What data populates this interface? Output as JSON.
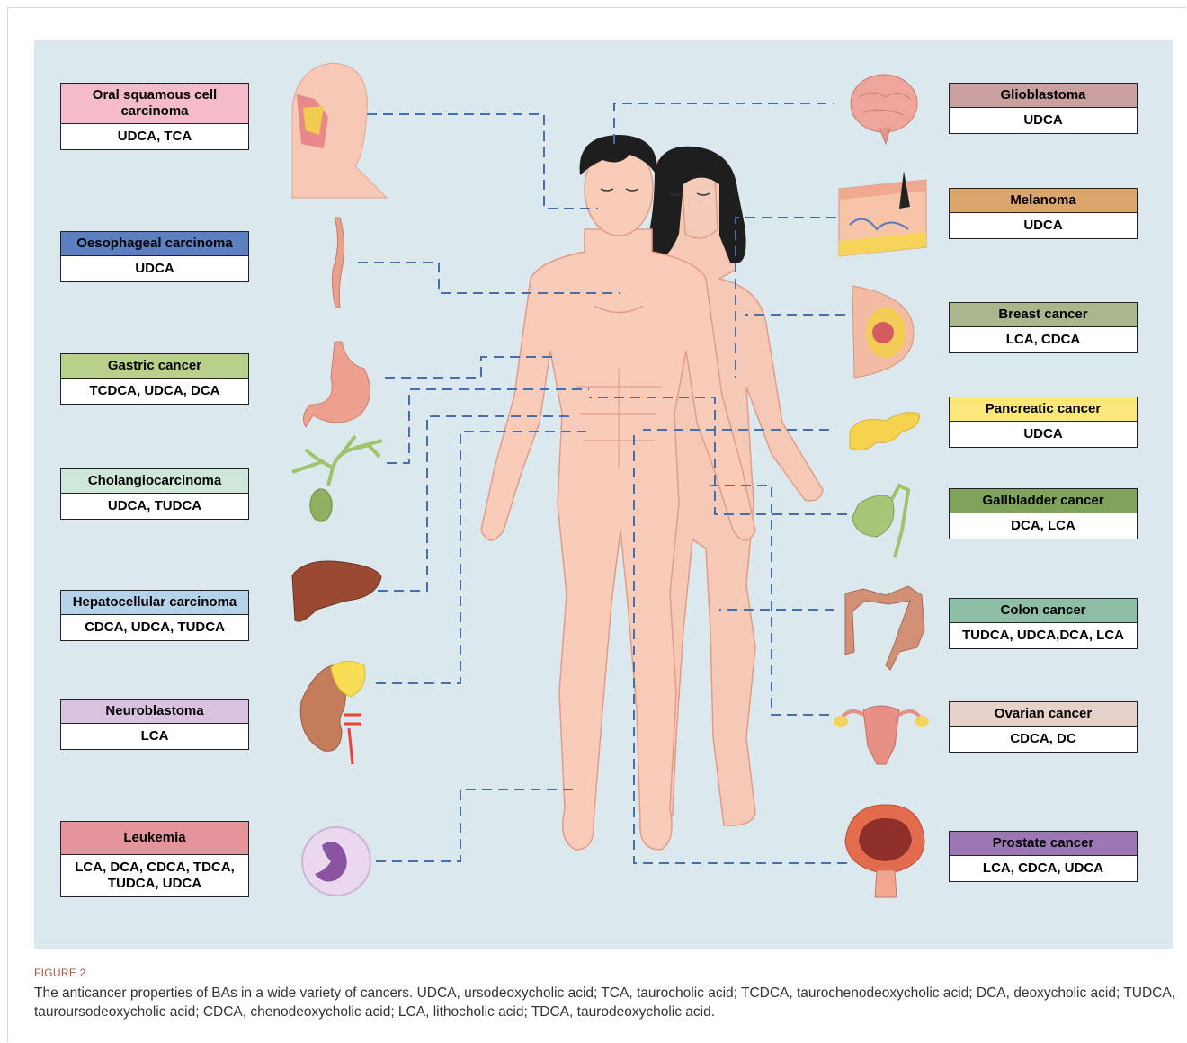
{
  "figure": {
    "label": "FIGURE 2",
    "caption": "The anticancer properties of BAs in a wide variety of cancers. UDCA, ursodeoxycholic acid; TCA, taurocholic acid; TCDCA, taurochenodeoxycholic acid; DCA, deoxycholic acid; TUDCA, tauroursodeoxycholic acid; CDCA, chenodeoxycholic acid; LCA, lithocholic acid; TDCA, taurodeoxycholic acid."
  },
  "left_boxes": [
    {
      "title": "Oral squamous  cell carcinoma",
      "acids": "UDCA, TCA",
      "color": "#f4bcc8"
    },
    {
      "title": "Oesophageal carcinoma",
      "acids": "UDCA",
      "color": "#5b7fbf"
    },
    {
      "title": "Gastric cancer",
      "acids": "TCDCA, UDCA, DCA",
      "color": "#b9d08a"
    },
    {
      "title": "Cholangiocarcinoma",
      "acids": "UDCA, TUDCA",
      "color": "#cfe7d8"
    },
    {
      "title": "Hepatocellular carcinoma",
      "acids": "CDCA, UDCA, TUDCA",
      "color": "#b6d1ea"
    },
    {
      "title": "Neuroblastoma",
      "acids": "LCA",
      "color": "#d9c2df"
    },
    {
      "title": "Leukemia",
      "acids": "LCA, DCA, CDCA, TDCA, TUDCA, UDCA",
      "color": "#e6949c"
    }
  ],
  "right_boxes": [
    {
      "title": "Glioblastoma",
      "acids": "UDCA",
      "color": "#c9a09e"
    },
    {
      "title": "Melanoma",
      "acids": "UDCA",
      "color": "#dba66b"
    },
    {
      "title": "Breast cancer",
      "acids": "LCA, CDCA",
      "color": "#aab78e"
    },
    {
      "title": "Pancreatic cancer",
      "acids": "UDCA",
      "color": "#fbe77a"
    },
    {
      "title": "Gallbladder cancer",
      "acids": "DCA, LCA",
      "color": "#7fa35b"
    },
    {
      "title": "Colon cancer",
      "acids": "TUDCA, UDCA,DCA, LCA",
      "color": "#8ebfa6"
    },
    {
      "title": "Ovarian cancer",
      "acids": "CDCA, DC",
      "color": "#e6d2c8"
    },
    {
      "title": "Prostate cancer",
      "acids": "LCA, CDCA, UDCA",
      "color": "#9b77b5"
    }
  ],
  "organ_icons": {
    "left": [
      "head-profile-icon",
      "oesophagus-icon",
      "stomach-icon",
      "bile-duct-icon",
      "liver-icon",
      "kidney-adrenal-icon",
      "white-blood-cell-icon"
    ],
    "right": [
      "brain-icon",
      "skin-icon",
      "breast-icon",
      "pancreas-icon",
      "gallbladder-icon",
      "colon-icon",
      "uterus-ovary-icon",
      "prostate-icon"
    ]
  },
  "colors": {
    "panel": "#dbe8ee",
    "connector": "#4a6fa5",
    "skin": "#f6c7b3",
    "hair": "#1e1e1e"
  }
}
